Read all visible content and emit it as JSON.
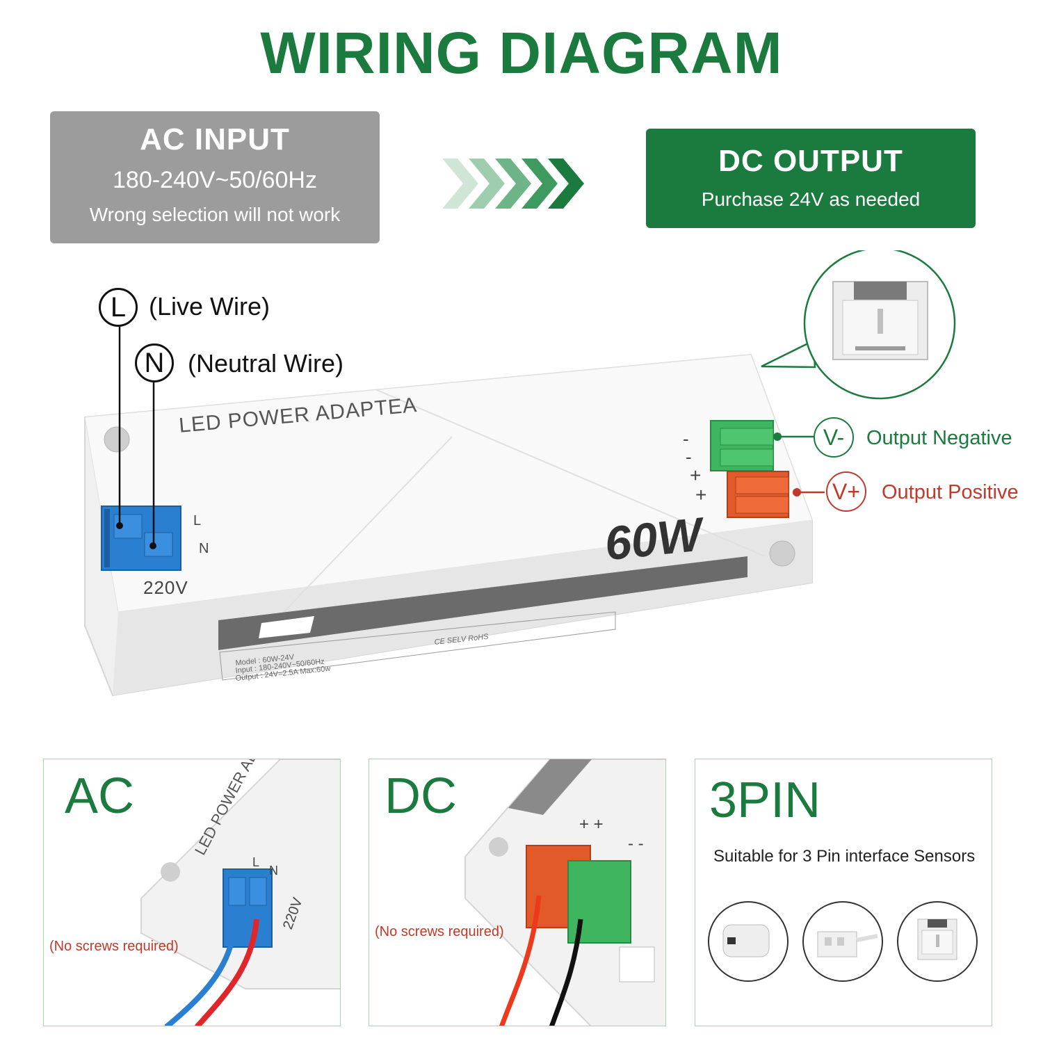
{
  "title": "WIRING DIAGRAM",
  "ac_input": {
    "title": "AC INPUT",
    "line1": "180-240V~50/60Hz",
    "line2": "Wrong selection will not work"
  },
  "dc_output": {
    "title": "DC OUTPUT",
    "line1": "Purchase 24V as needed"
  },
  "wires": {
    "live_symbol": "L",
    "live_label": "(Live Wire)",
    "neutral_symbol": "N",
    "neutral_label": "(Neutral Wire)"
  },
  "device": {
    "name": "LED POWER ADAPTEA",
    "power": "60W",
    "voltage": "220V",
    "l_mark": "L",
    "n_mark": "N",
    "minus_mark": "-",
    "plus_mark": "+",
    "spec_model": "Model : 60W-24V",
    "spec_input": "Input : 180-240V~50/60Hz",
    "spec_output": "Output : 24V=2.5A  Max:60w",
    "certs": "CE  SELV  RoHS"
  },
  "outputs": {
    "negative_symbol": "V-",
    "negative_label": "Output Negative",
    "negative_color": "#1b7a3e",
    "positive_symbol": "V+",
    "positive_label": "Output Positive",
    "positive_color": "#c0392b"
  },
  "panels": {
    "ac": {
      "title": "AC",
      "note": "(No screws required)",
      "device_text": "LED POWER AD",
      "voltage": "220V",
      "l_mark": "L",
      "n_mark": "N"
    },
    "dc": {
      "title": "DC",
      "note": "(No screws required)",
      "plus_marks": "+ +",
      "minus_marks": "- -"
    },
    "pin": {
      "title": "3PIN",
      "subtitle": "Suitable for 3 Pin interface Sensors"
    }
  },
  "colors": {
    "brand_green": "#1b7a3e",
    "gray_box": "#9c9c9c",
    "ac_blue": "#2b7fd0",
    "dc_green": "#3fb55f",
    "dc_orange": "#e2592a"
  }
}
